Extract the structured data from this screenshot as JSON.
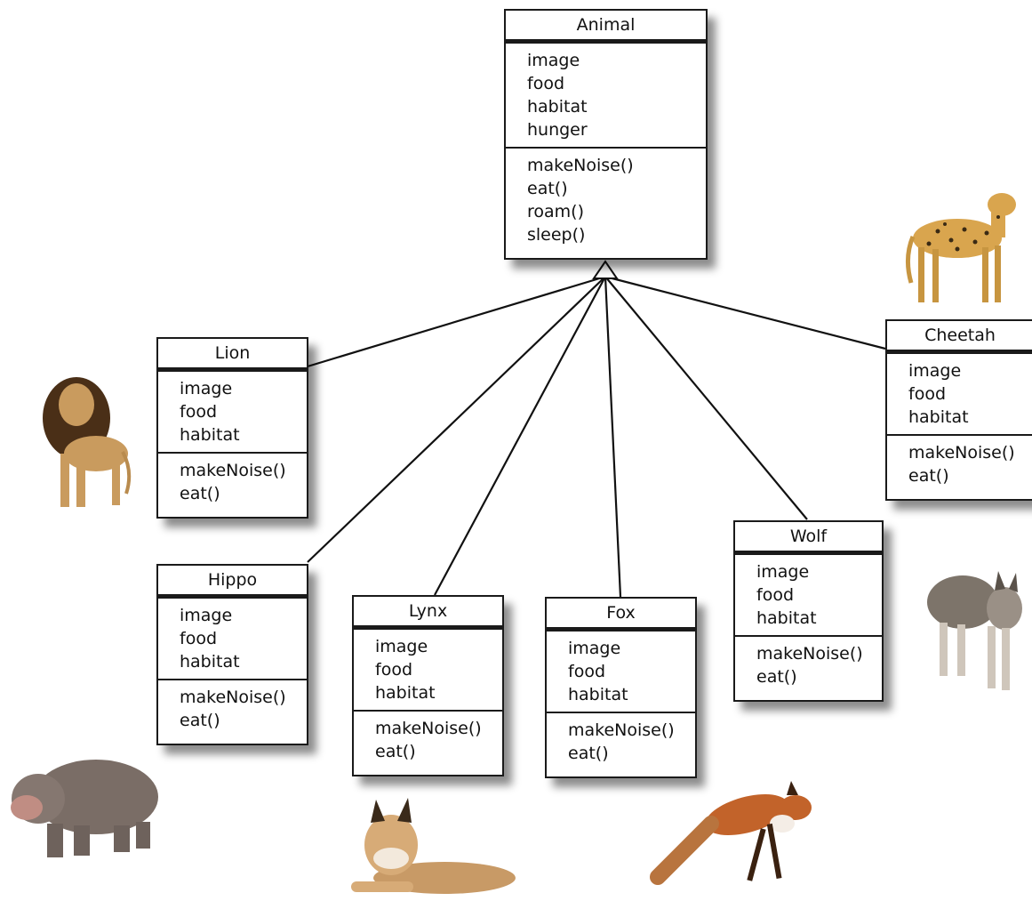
{
  "classes": {
    "animal": {
      "name": "Animal",
      "attributes": [
        "image",
        "food",
        "habitat",
        "hunger"
      ],
      "methods": [
        "makeNoise()",
        "eat()",
        "roam()",
        "sleep()"
      ]
    },
    "lion": {
      "name": "Lion",
      "attributes": [
        "image",
        "food",
        "habitat"
      ],
      "methods": [
        "makeNoise()",
        "eat()"
      ]
    },
    "hippo": {
      "name": "Hippo",
      "attributes": [
        "image",
        "food",
        "habitat"
      ],
      "methods": [
        "makeNoise()",
        "eat()"
      ]
    },
    "lynx": {
      "name": "Lynx",
      "attributes": [
        "image",
        "food",
        "habitat"
      ],
      "methods": [
        "makeNoise()",
        "eat()"
      ]
    },
    "fox": {
      "name": "Fox",
      "attributes": [
        "image",
        "food",
        "habitat"
      ],
      "methods": [
        "makeNoise()",
        "eat()"
      ]
    },
    "wolf": {
      "name": "Wolf",
      "attributes": [
        "image",
        "food",
        "habitat"
      ],
      "methods": [
        "makeNoise()",
        "eat()"
      ]
    },
    "cheetah": {
      "name": "Cheetah",
      "attributes": [
        "image",
        "food",
        "habitat"
      ],
      "methods": [
        "makeNoise()",
        "eat()"
      ]
    }
  },
  "relations": [
    {
      "type": "inheritance",
      "from": "lion",
      "to": "animal"
    },
    {
      "type": "inheritance",
      "from": "hippo",
      "to": "animal"
    },
    {
      "type": "inheritance",
      "from": "lynx",
      "to": "animal"
    },
    {
      "type": "inheritance",
      "from": "fox",
      "to": "animal"
    },
    {
      "type": "inheritance",
      "from": "wolf",
      "to": "animal"
    },
    {
      "type": "inheritance",
      "from": "cheetah",
      "to": "animal"
    }
  ],
  "pictures": [
    "cheetah",
    "lion",
    "hippo",
    "lynx",
    "fox",
    "wolf"
  ]
}
